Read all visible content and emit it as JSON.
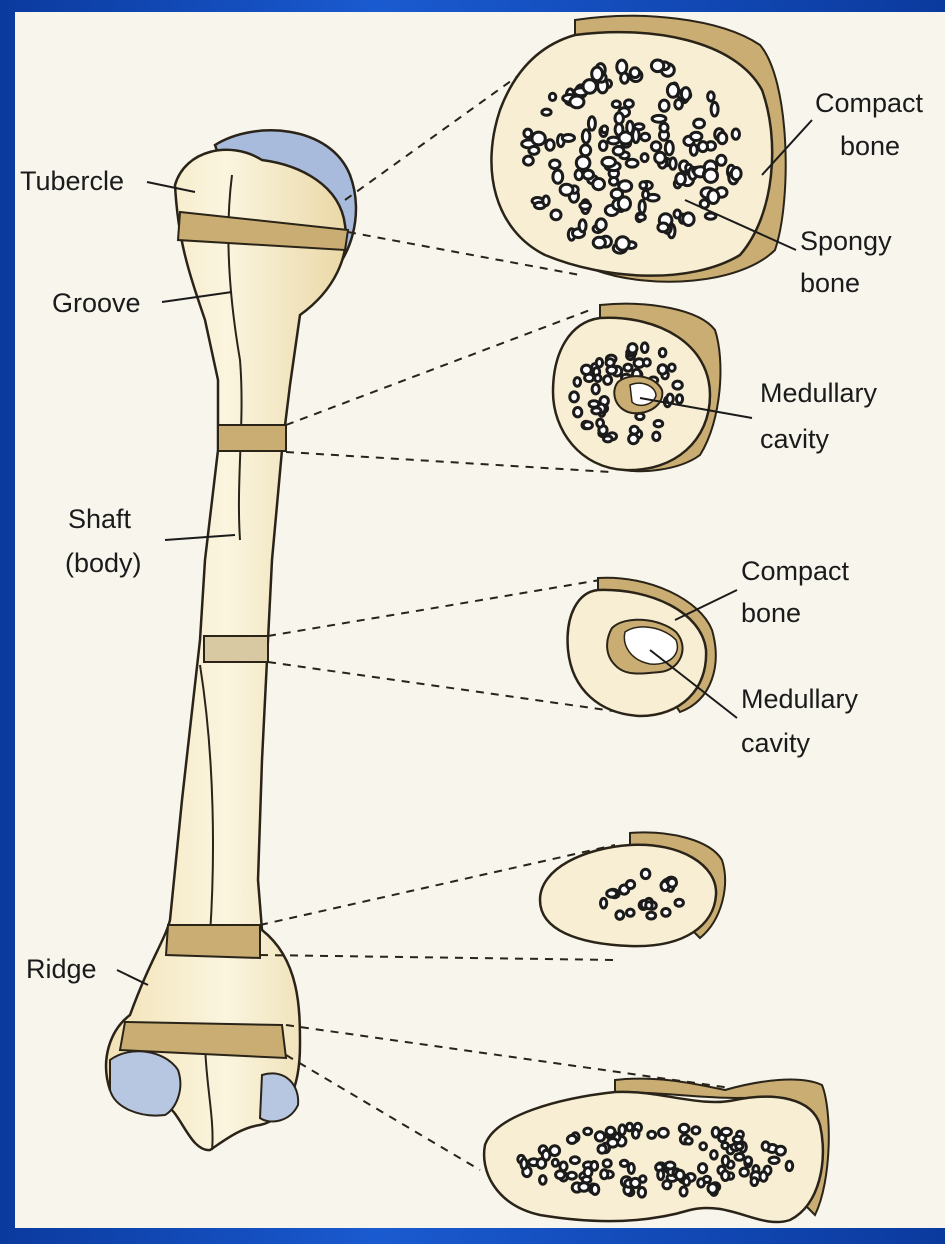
{
  "colors": {
    "frame": "#0b3a9e",
    "panel": "#f7f5ec",
    "bone": "#f6eccb",
    "bone_shade": "#e6d6a6",
    "compact_band": "#c9ad73",
    "cartilage": "#a9bbdc",
    "outline": "#2a2318"
  },
  "labels": {
    "tubercle": "Tubercle",
    "groove": "Groove",
    "shaft_1": "Shaft",
    "shaft_2": "(body)",
    "ridge": "Ridge",
    "xs1_compact_1": "Compact",
    "xs1_compact_2": "bone",
    "xs1_spongy_1": "Spongy",
    "xs1_spongy_2": "bone",
    "xs2_medullary_1": "Medullary",
    "xs2_medullary_2": "cavity",
    "xs3_compact_1": "Compact",
    "xs3_compact_2": "bone",
    "xs3_medullary_1": "Medullary",
    "xs3_medullary_2": "cavity"
  }
}
